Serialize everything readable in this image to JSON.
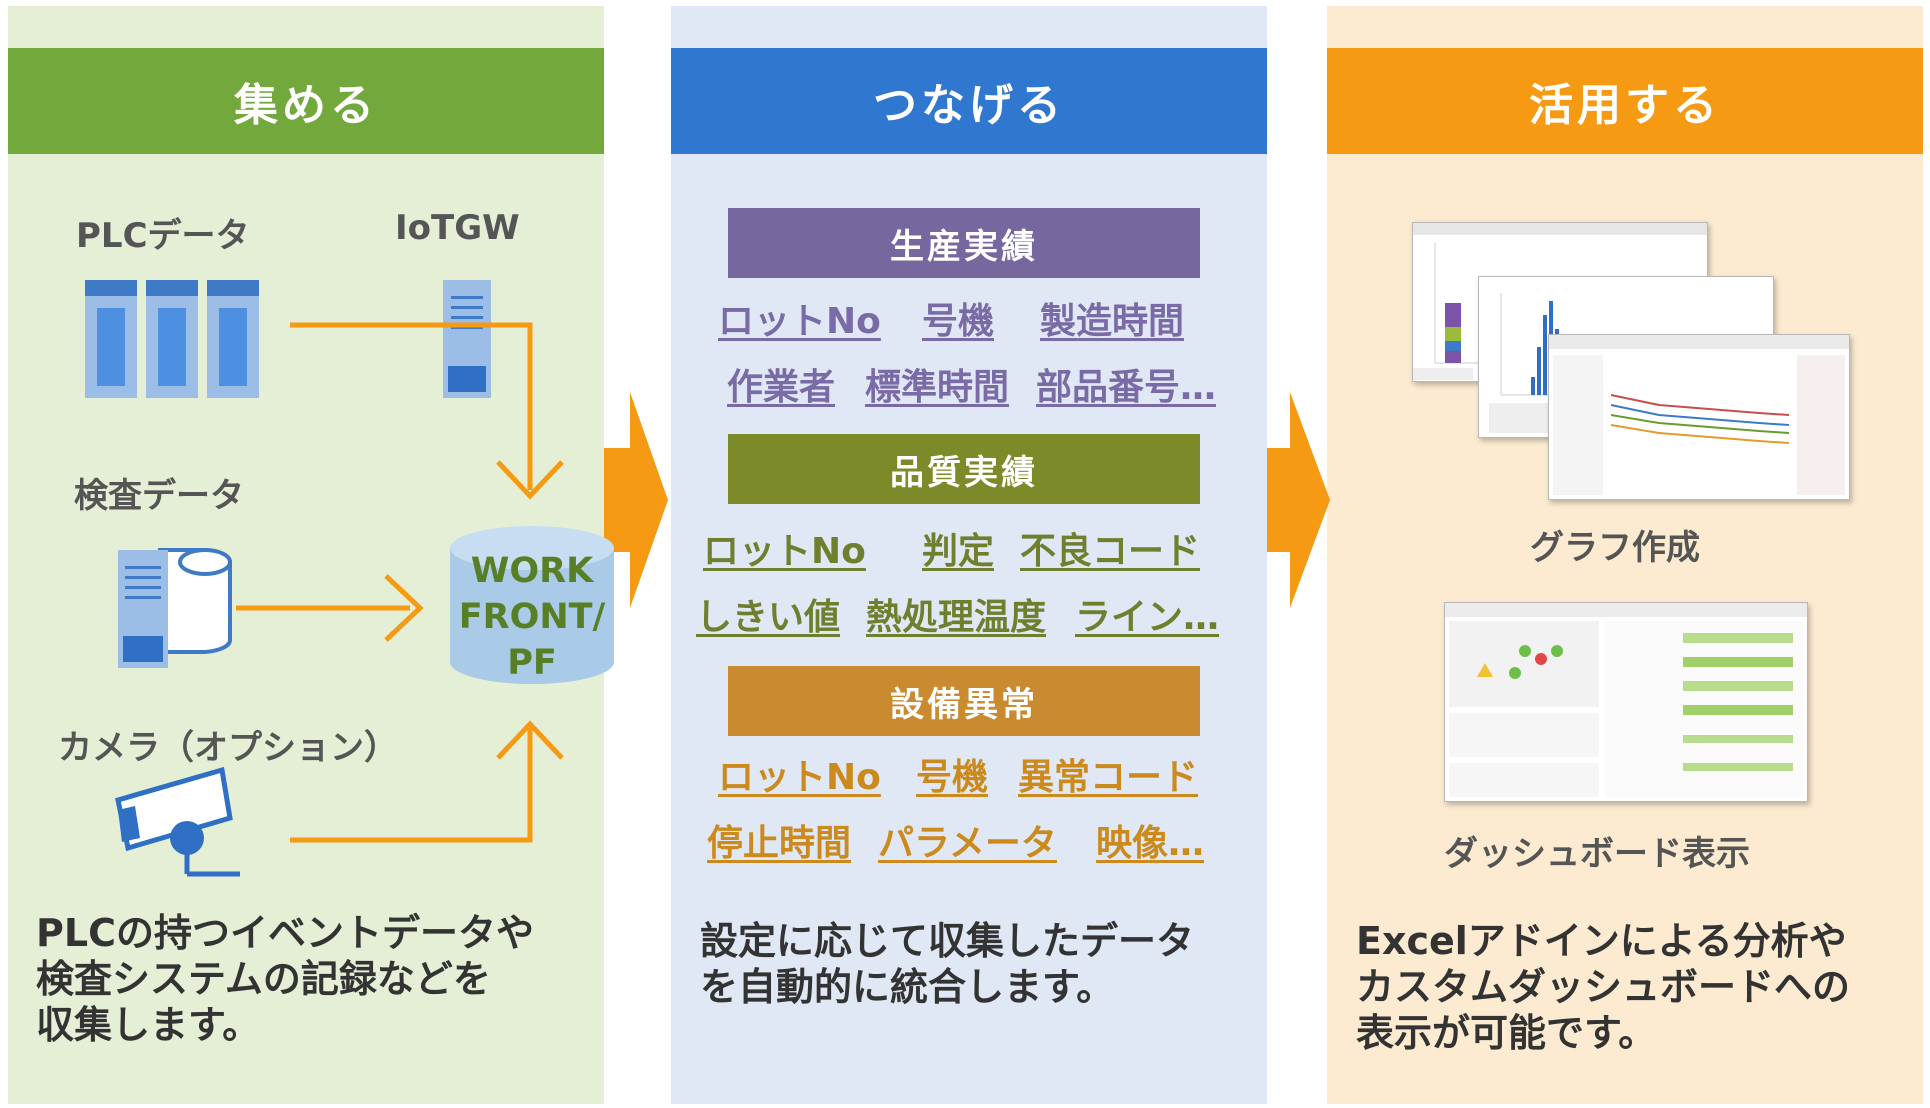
{
  "sections": {
    "collect": {
      "title": "集める",
      "plc_label": "PLCデータ",
      "iotgw_label": "IoTGW",
      "inspection_label": "検査データ",
      "camera_label": "カメラ（オプション）",
      "hub_line1": "WORK",
      "hub_line2": "FRONT/",
      "hub_line3": "PF",
      "description": "PLCの持つイベントデータや\n検査システムの記録などを\n収集します。"
    },
    "connect": {
      "title": "つなげる",
      "groups": [
        {
          "title": "生産実績",
          "items": [
            "ロットNo",
            "号機",
            "製造時間",
            "作業者",
            "標準時間",
            "部品番号…"
          ]
        },
        {
          "title": "品質実績",
          "items": [
            "ロットNo",
            "判定",
            "不良コード",
            "しきい値",
            "熱処理温度",
            "ライン…"
          ]
        },
        {
          "title": "設備異常",
          "items": [
            "ロットNo",
            "号機",
            "異常コード",
            "停止時間",
            "パラメータ",
            "映像…"
          ]
        }
      ],
      "description": "設定に応じて収集したデータ\nを自動的に統合します。"
    },
    "utilize": {
      "title": "活用する",
      "graph_label": "グラフ作成",
      "dashboard_label": "ダッシュボード表示",
      "description": "Excelアドインによる分析や\nカスタムダッシュボードへの\n表示が可能です。"
    }
  },
  "colors": {
    "collect": "#73a93c",
    "connect": "#2f77cf",
    "utilize": "#f59a12",
    "arrow": "#f59a12",
    "group1": "#76689f",
    "group2": "#7d8a2a",
    "group3": "#c98a30"
  }
}
